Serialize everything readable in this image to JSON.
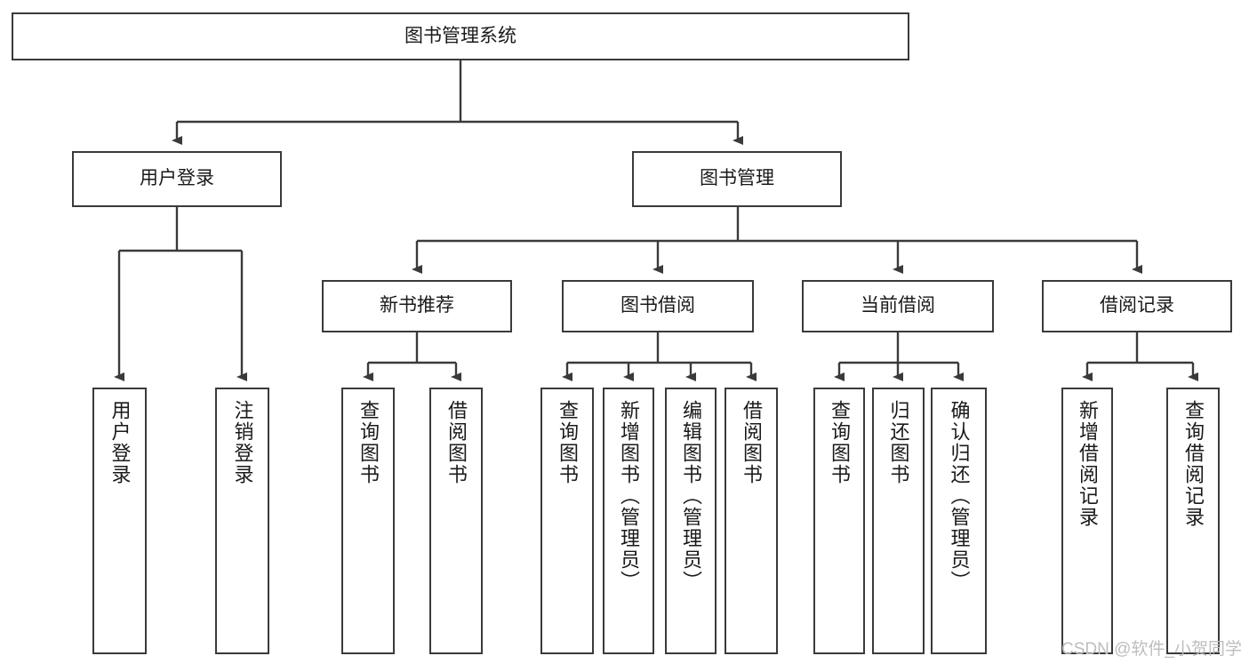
{
  "diagram": {
    "title_node": {
      "label": "图书管理系统"
    },
    "level2": [
      {
        "id": "user-login",
        "label": "用户登录"
      },
      {
        "id": "book-manage",
        "label": "图书管理"
      }
    ],
    "level3": [
      {
        "id": "new-book-recommend",
        "label": "新书推荐"
      },
      {
        "id": "book-borrow",
        "label": "图书借阅"
      },
      {
        "id": "current-borrow",
        "label": "当前借阅"
      },
      {
        "id": "borrow-record",
        "label": "借阅记录"
      }
    ],
    "leaves": {
      "user_login": [
        {
          "id": "leaf-user-login",
          "label": "用户登录"
        },
        {
          "id": "leaf-logout-login",
          "label": "注销登录"
        }
      ],
      "new_book_recommend": [
        {
          "id": "leaf-query-book-1",
          "label": "查询图书"
        },
        {
          "id": "leaf-borrow-book-1",
          "label": "借阅图书"
        }
      ],
      "book_borrow": [
        {
          "id": "leaf-query-book-2",
          "label": "查询图书"
        },
        {
          "id": "leaf-add-book-admin",
          "label": "新增图书（管理员）"
        },
        {
          "id": "leaf-edit-book-admin",
          "label": "编辑图书（管理员）"
        },
        {
          "id": "leaf-borrow-book-2",
          "label": "借阅图书"
        }
      ],
      "current_borrow": [
        {
          "id": "leaf-query-book-3",
          "label": "查询图书"
        },
        {
          "id": "leaf-return-book",
          "label": "归还图书"
        },
        {
          "id": "leaf-confirm-return-admin",
          "label": "确认归还（管理员）"
        }
      ],
      "borrow_record": [
        {
          "id": "leaf-add-borrow-record",
          "label": "新增借阅记录"
        },
        {
          "id": "leaf-query-borrow-record",
          "label": "查询借阅记录"
        }
      ]
    },
    "watermark": "CSDN @软件_小贺同学",
    "colors": {
      "stroke": "#3a3a3a",
      "background": "#ffffff",
      "text": "#1a1a1a",
      "watermark": "#bdbdbd"
    }
  }
}
